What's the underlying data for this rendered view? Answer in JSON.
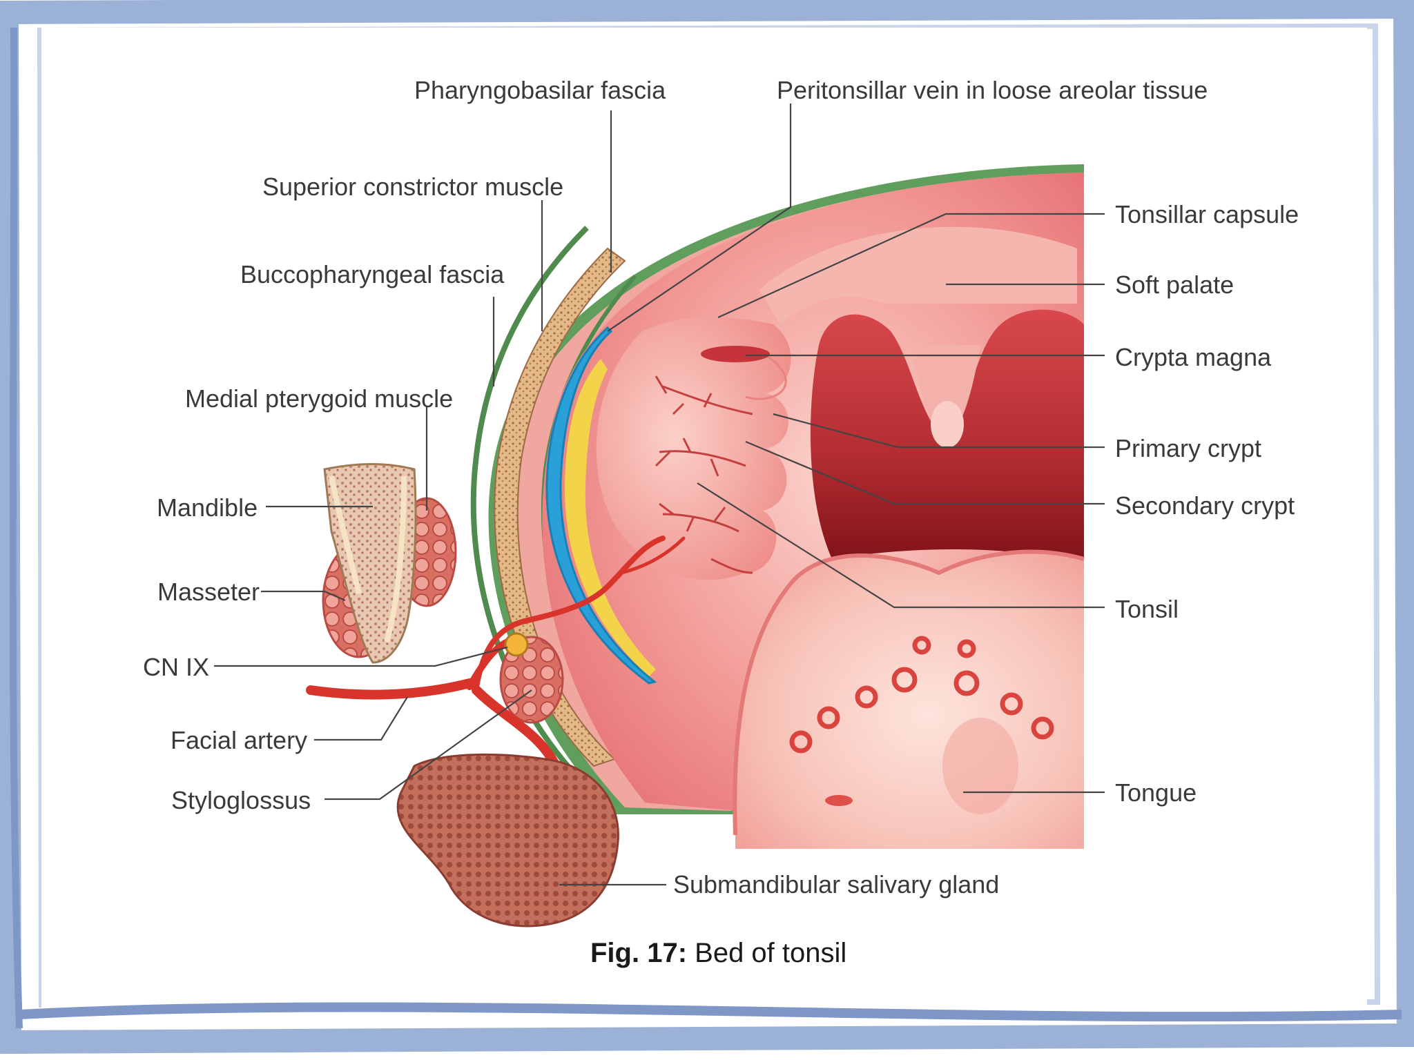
{
  "figure": {
    "caption_prefix": "Fig. 17:",
    "caption_text": " Bed of tonsil"
  },
  "colors": {
    "frame": "#8fa6cf",
    "frame_dark": "#6b84b5",
    "mucosa": "#ef8f8f",
    "mucosa_light": "#f7c4bf",
    "mucosa_dark": "#c2333b",
    "fascia_green": "#5a9a5a",
    "vein_blue": "#2aa0d8",
    "artery": "#d9342b",
    "gland": "#c4705e",
    "bone": "#e8d3a6"
  },
  "labels": {
    "pharyngobasilar_fascia": "Pharyngobasilar fascia",
    "peritonsillar_vein": "Peritonsillar vein in loose areolar tissue",
    "superior_constrictor": "Superior constrictor muscle",
    "buccopharyngeal_fascia": "Buccopharyngeal fascia",
    "medial_pterygoid": "Medial pterygoid muscle",
    "mandible": "Mandible",
    "masseter": "Masseter",
    "cn_ix": "CN IX",
    "facial_artery": "Facial artery",
    "styloglossus": "Styloglossus",
    "submandibular_gland": "Submandibular salivary gland",
    "tonsillar_capsule": "Tonsillar capsule",
    "soft_palate": "Soft palate",
    "crypta_magna": "Crypta magna",
    "primary_crypt": "Primary crypt",
    "secondary_crypt": "Secondary crypt",
    "tonsil": "Tonsil",
    "tongue": "Tongue"
  }
}
